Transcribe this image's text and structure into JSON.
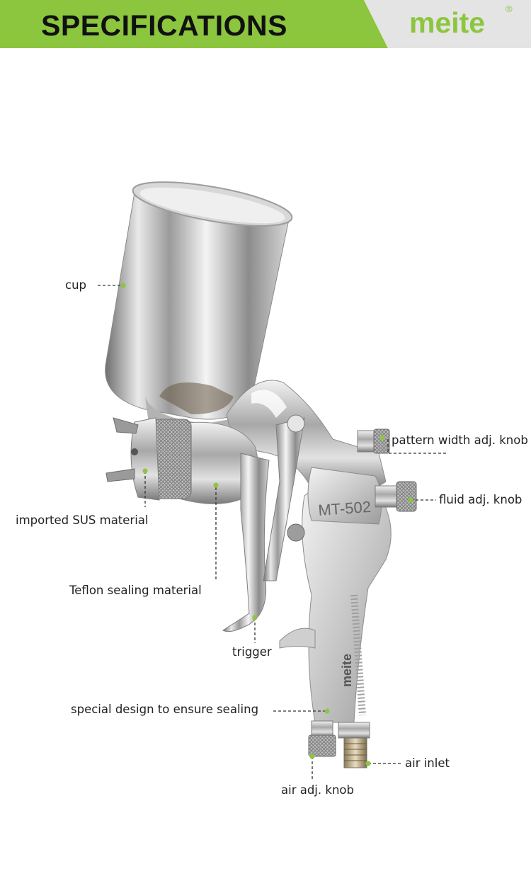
{
  "header": {
    "title": "SPECIFICATIONS",
    "brand": "meite",
    "brand_reg": "®",
    "colors": {
      "band": "#8cc63f",
      "brand_panel": "#e4e4e4",
      "brand_text": "#8cc63f"
    }
  },
  "product": {
    "model": "MT-502",
    "handle_brand": "meite"
  },
  "callouts": {
    "cup": "cup",
    "pattern_knob": "pattern width adj. knob",
    "fluid_knob": "fluid adj. knob",
    "sus": "imported SUS material",
    "teflon": "Teflon sealing material",
    "trigger": "trigger",
    "sealing": "special design to ensure sealing",
    "air_inlet": "air inlet",
    "air_knob": "air adj. knob",
    "dot_color": "#8cc63f"
  }
}
